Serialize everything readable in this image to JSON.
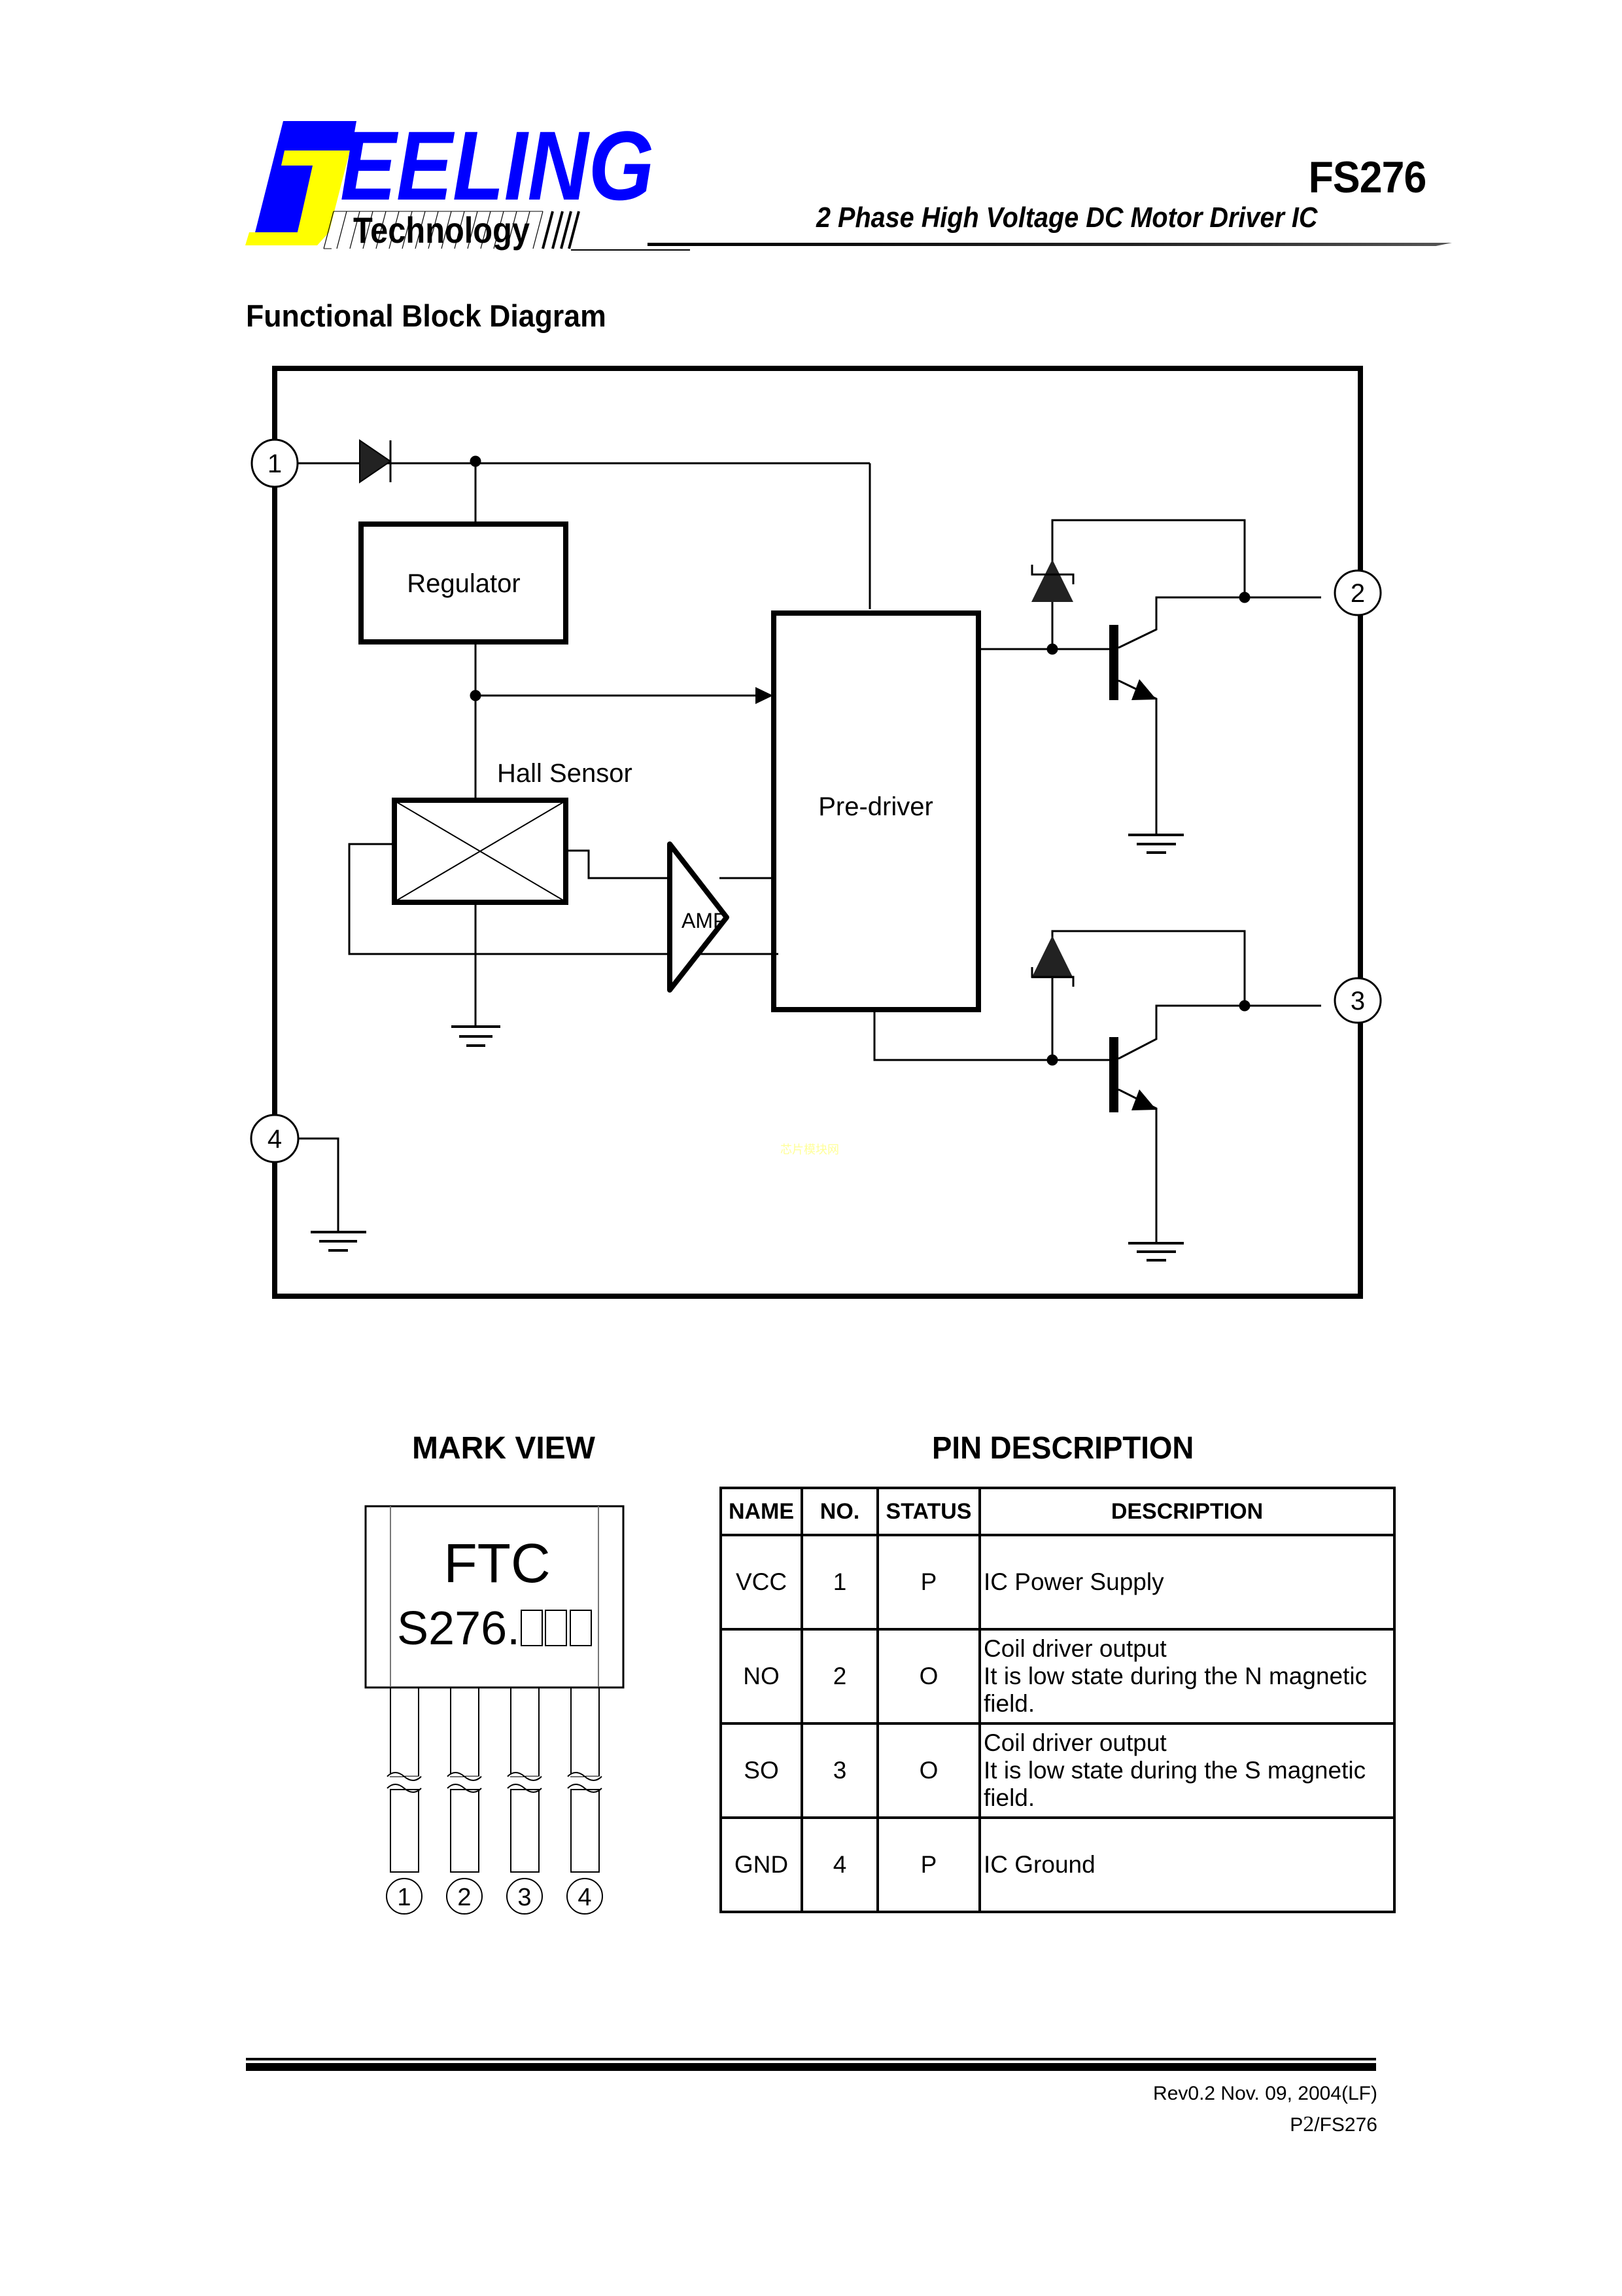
{
  "header": {
    "logo": {
      "brand_word": "EELING",
      "brand_initial": "F",
      "tagline": "Technology",
      "brand_color": "#0000ff",
      "accent_color": "#ffff00"
    },
    "part_number": "FS276",
    "subtitle": "2 Phase High Voltage DC Motor Driver IC"
  },
  "block_diagram": {
    "section_title": "Functional Block Diagram",
    "blocks": {
      "regulator": "Regulator",
      "hall_sensor": "Hall Sensor",
      "amp": "AMP",
      "pre_driver": "Pre-driver"
    },
    "pins": [
      "1",
      "2",
      "3",
      "4"
    ],
    "watermark": "芯片模块网"
  },
  "mark_view": {
    "title": "MARK VIEW",
    "line1": "FTC",
    "line2": "S276.",
    "code_boxes": 3,
    "pins": [
      "1",
      "2",
      "3",
      "4"
    ]
  },
  "pin_description": {
    "title": "PIN DESCRIPTION",
    "columns": [
      "NAME",
      "NO.",
      "STATUS",
      "DESCRIPTION"
    ],
    "rows": [
      {
        "name": "VCC",
        "no": "1",
        "status": "P",
        "description": [
          "IC Power Supply"
        ]
      },
      {
        "name": "NO",
        "no": "2",
        "status": "O",
        "description": [
          "Coil driver output",
          "It is low state during the N magnetic",
          "field."
        ]
      },
      {
        "name": "SO",
        "no": "3",
        "status": "O",
        "description": [
          "Coil driver output",
          "It is low state during the S magnetic",
          "field."
        ]
      },
      {
        "name": "GND",
        "no": "4",
        "status": "P",
        "description": [
          "IC Ground"
        ]
      }
    ]
  },
  "footer": {
    "revision": "Rev0.2 Nov. 09, 2004(LF)",
    "page_prefix": "P",
    "page_number": "2",
    "page_suffix": "/FS276"
  }
}
